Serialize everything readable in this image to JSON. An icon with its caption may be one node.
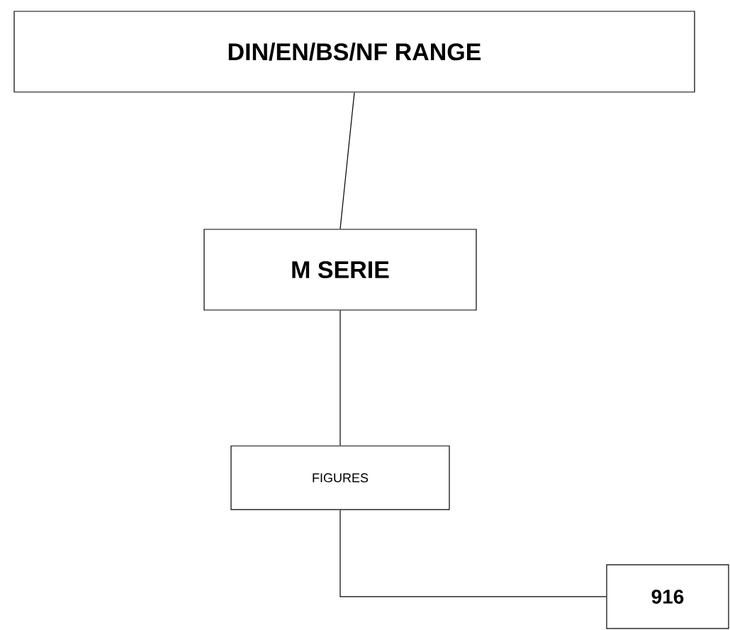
{
  "diagram": {
    "nodes": [
      {
        "text": [
          "DIN/EN/BS/NF RANGE"
        ]
      },
      {
        "text": [
          "M SERIE"
        ]
      },
      {
        "text": [
          "FIGURES"
        ]
      },
      {
        "text": [
          "916"
        ]
      }
    ],
    "edges": [
      {
        "from": 0,
        "to": 1,
        "arrow": "none"
      },
      {
        "from": 1,
        "to": 2,
        "arrow": "none"
      },
      {
        "from": 2,
        "to": 3,
        "arrow": "none"
      }
    ]
  }
}
